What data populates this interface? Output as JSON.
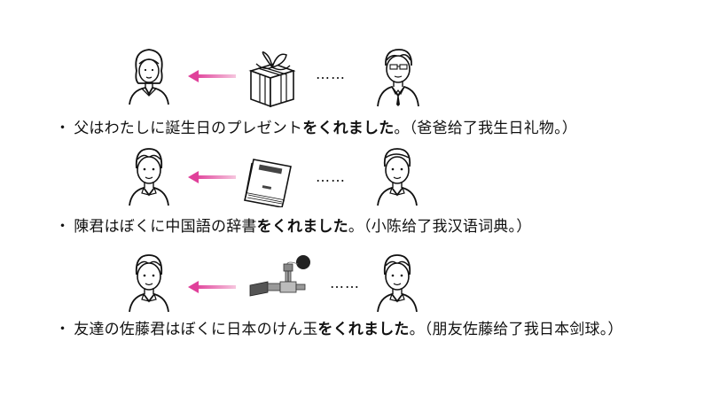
{
  "colors": {
    "arrow": "#e0409a",
    "ink": "#111111"
  },
  "rows": [
    {
      "receiver_icon": "girl-icon",
      "object_icon": "gift-box-icon",
      "giver_icon": "father-icon",
      "dots": "……",
      "sentence": {
        "bullet": "・",
        "pre": "父はわたしに誕生日のプレゼント",
        "hl": "をくれました",
        "post": "。（爸爸给了我生日礼物。）"
      }
    },
    {
      "receiver_icon": "boy-icon",
      "object_icon": "dictionary-icon",
      "giver_icon": "man-icon",
      "dots": "……",
      "sentence": {
        "bullet": "・",
        "pre": "陳君はぼくに中国語の辞書",
        "hl": "をくれました",
        "post": "。（小陈给了我汉语词典。）"
      }
    },
    {
      "receiver_icon": "boy-icon",
      "object_icon": "kendama-icon",
      "giver_icon": "boy-icon",
      "dots": "……",
      "sentence": {
        "bullet": "・",
        "pre": "友達の佐藤君はぼくに日本のけん玉",
        "hl": "をくれました",
        "post": "。（朋友佐藤给了我日本剑球。）"
      }
    }
  ]
}
